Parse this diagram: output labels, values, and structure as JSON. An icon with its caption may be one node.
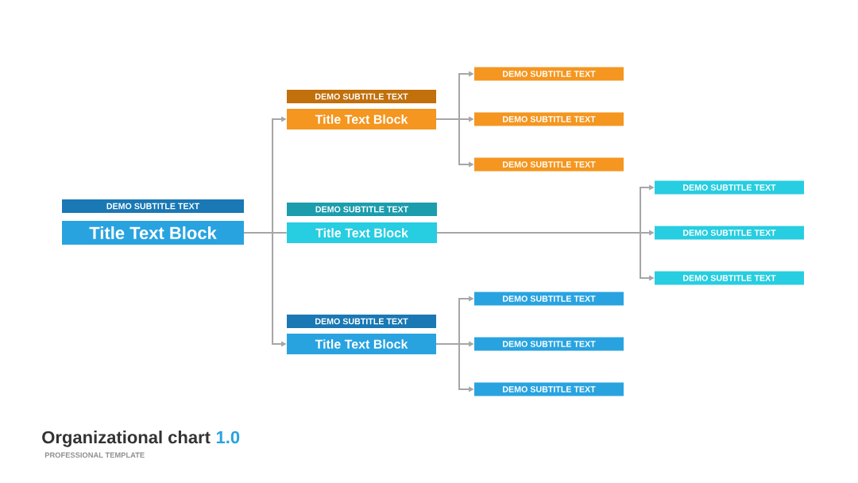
{
  "diagram": {
    "title": "Organizational chart",
    "caption": "PROFESSIONAL TEMPLATE",
    "nodes": [
      {
        "text": [
          "DEMO SUBTITLE TEXT",
          "Title Text Block"
        ]
      },
      {
        "text": [
          "DEMO SUBTITLE TEXT",
          "Title Text Block"
        ]
      },
      {
        "text": [
          "DEMO SUBTITLE TEXT",
          "Title Text Block"
        ]
      },
      {
        "text": [
          "DEMO SUBTITLE TEXT",
          "Title Text Block"
        ]
      },
      {
        "text": [
          "DEMO SUBTITLE TEXT"
        ]
      },
      {
        "text": [
          "DEMO SUBTITLE TEXT"
        ]
      },
      {
        "text": [
          "DEMO SUBTITLE TEXT"
        ]
      },
      {
        "text": [
          "DEMO SUBTITLE TEXT"
        ]
      },
      {
        "text": [
          "DEMO SUBTITLE TEXT"
        ]
      },
      {
        "text": [
          "DEMO SUBTITLE TEXT"
        ]
      },
      {
        "text": [
          "DEMO SUBTITLE TEXT"
        ]
      },
      {
        "text": [
          "DEMO SUBTITLE TEXT"
        ]
      },
      {
        "text": [
          "DEMO SUBTITLE TEXT"
        ]
      }
    ],
    "edges": [
      {
        "from": 0,
        "to": 1,
        "arrow": "to"
      },
      {
        "from": 0,
        "to": 2,
        "arrow": "none"
      },
      {
        "from": 0,
        "to": 3,
        "arrow": "to"
      },
      {
        "from": 1,
        "to": 4,
        "arrow": "to"
      },
      {
        "from": 1,
        "to": 5,
        "arrow": "to"
      },
      {
        "from": 1,
        "to": 6,
        "arrow": "to"
      },
      {
        "from": 2,
        "to": 7,
        "arrow": "to"
      },
      {
        "from": 2,
        "to": 8,
        "arrow": "to"
      },
      {
        "from": 2,
        "to": 9,
        "arrow": "to"
      },
      {
        "from": 3,
        "to": 10,
        "arrow": "to"
      },
      {
        "from": 3,
        "to": 11,
        "arrow": "to"
      },
      {
        "from": 3,
        "to": 12,
        "arrow": "to"
      }
    ],
    "labels": [
      "1.0"
    ]
  }
}
